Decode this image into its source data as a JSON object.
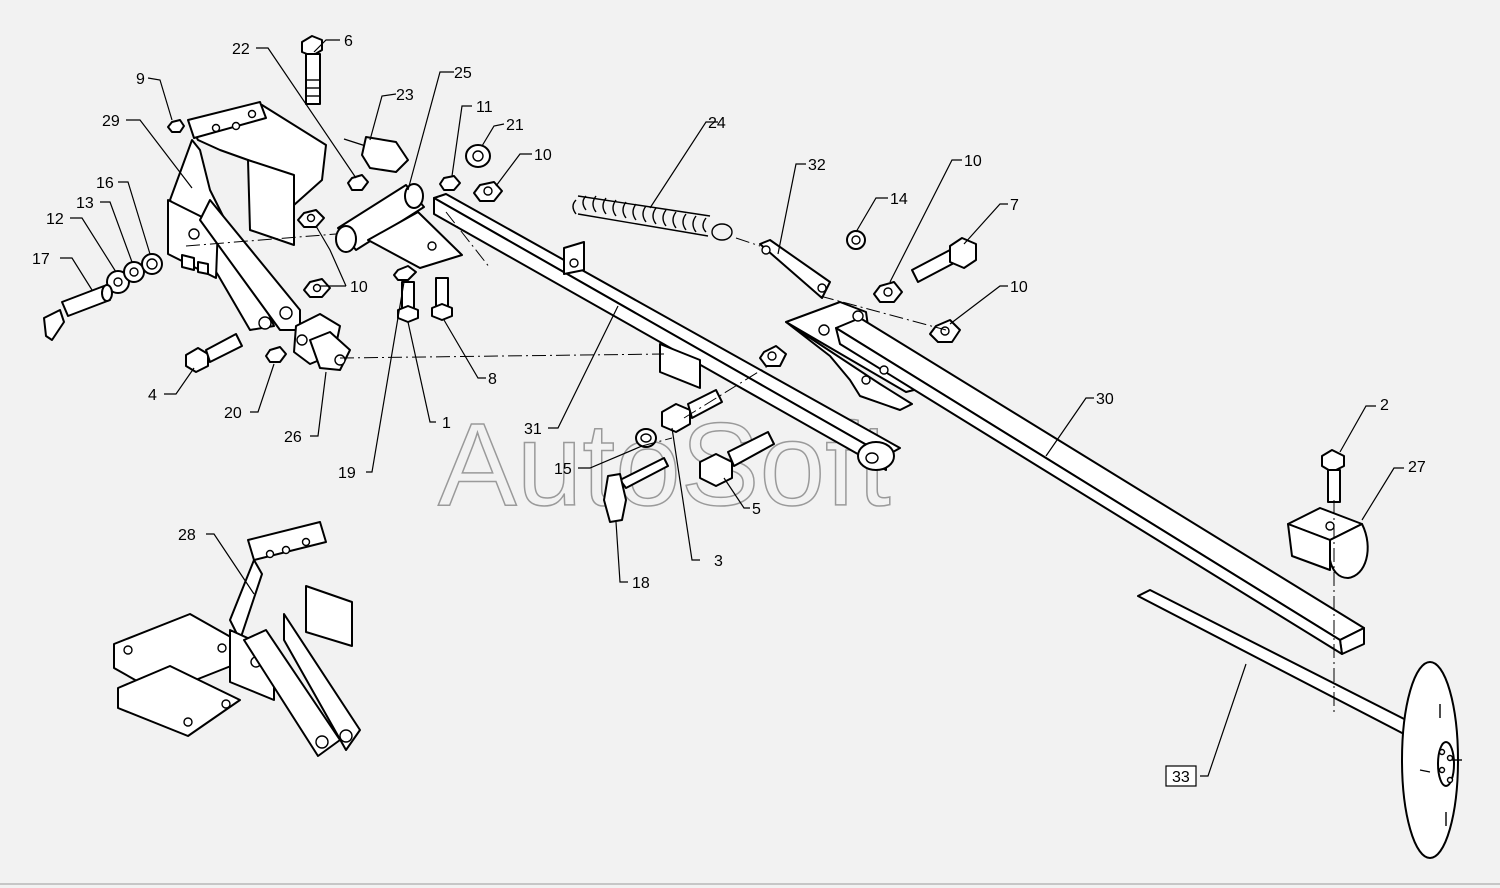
{
  "watermark": "AutoSoft",
  "labels": {
    "p1": "1",
    "p2": "2",
    "p3": "3",
    "p4": "4",
    "p5": "5",
    "p6": "6",
    "p7": "7",
    "p8": "8",
    "p9": "9",
    "p10a": "10",
    "p10b": "10",
    "p10c": "10",
    "p10d": "10",
    "p11": "11",
    "p12": "12",
    "p13": "13",
    "p14": "14",
    "p15": "15",
    "p16": "16",
    "p17": "17",
    "p18": "18",
    "p19": "19",
    "p20": "20",
    "p21": "21",
    "p22": "22",
    "p23": "23",
    "p24": "24",
    "p25": "25",
    "p26": "26",
    "p27": "27",
    "p28": "28",
    "p29": "29",
    "p30": "30",
    "p31": "31",
    "p32": "32",
    "p33": "33"
  }
}
